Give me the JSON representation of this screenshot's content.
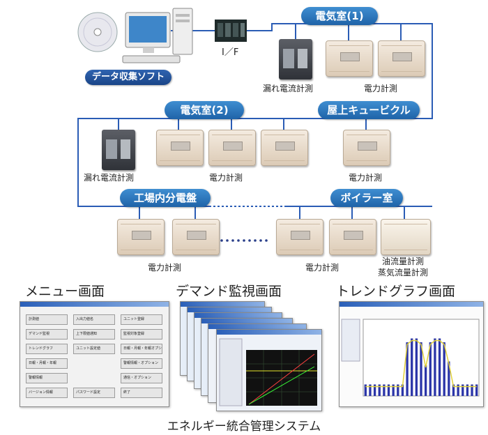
{
  "software_label": "データ収集ソフト",
  "interface_label": "I／F",
  "rooms": {
    "room1": "電気室(1)",
    "room2": "電気室(2)",
    "rooftop": "屋上キュービクル",
    "factory": "工場内分電盤",
    "boiler": "ボイラー室"
  },
  "captions": {
    "leak1": "漏れ電流計測",
    "power1": "電力計測",
    "leak2": "漏れ電流計測",
    "power2": "電力計測",
    "power3": "電力計測",
    "power4": "電力計測",
    "power5": "電力計測",
    "oil_flow": "油流量計測",
    "steam_flow": "蒸気流量計測"
  },
  "screens": {
    "menu": "メニュー画面",
    "demand": "デマンド監視画面",
    "trend": "トレンドグラフ画面"
  },
  "system_title": "エネルギー統合管理システム",
  "menu_screen": {
    "buttons": [
      "計測値",
      "入出力値名",
      "ユニット登録",
      "デマンド監視",
      "上下限値通知",
      "監視対象登録",
      "トレンドグラフ",
      "ユニット設定値",
      "日報・月報・年報オプション",
      "日報・月報・年報",
      "",
      "警報情報・オプション",
      "警報情報",
      "",
      "通信・オプション",
      "バージョン情報",
      "パスワード設定",
      "終了"
    ]
  },
  "trend_chart": {
    "values": [
      0.15,
      0.15,
      0.15,
      0.15,
      0.15,
      0.15,
      0.15,
      0.15,
      0.15,
      0.7,
      0.75,
      0.75,
      0.7,
      0.4,
      0.7,
      0.75,
      0.75,
      0.7,
      0.45,
      0.15,
      0.15,
      0.15,
      0.15,
      0.15,
      0.15
    ],
    "bar_color": "#2b35a8",
    "line_color": "#e0d03a"
  },
  "colors": {
    "pill": "#2c72bf",
    "line": "#2a5cb5"
  }
}
